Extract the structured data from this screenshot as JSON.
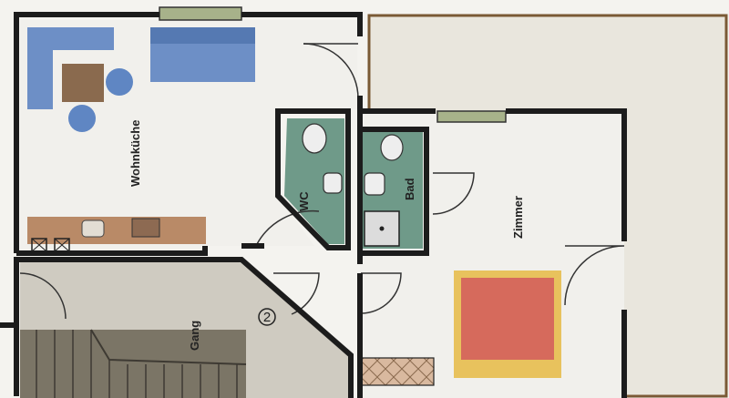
{
  "floorplan": {
    "rooms": {
      "wohnkueche": "Wohnküche",
      "wc": "WC",
      "bad": "Bad",
      "zimmer": "Zimmer",
      "gang": "Gang"
    },
    "marker": "2"
  },
  "colors": {
    "wall": "#1c1c1c",
    "terrace": "#e9e6dd",
    "terrace_border": "#7a5a35",
    "room_floor": "#f1f0ec",
    "gang_floor": "#cfcbc1",
    "sofa": "#6d8fc6",
    "table": "#8a6a4e",
    "chair": "#5f86c3",
    "kitchen": "#b98a67",
    "wet_room": "#6f9a89",
    "bed": "#d66a5c",
    "bed_frame": "#e8c25d",
    "window": "#a7b28a",
    "stairs": "#7b7566"
  }
}
